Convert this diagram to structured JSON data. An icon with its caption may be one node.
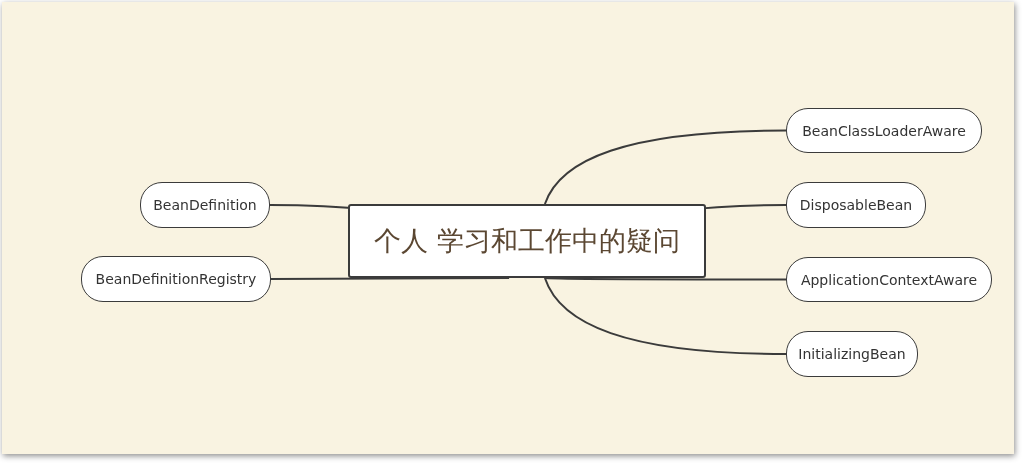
{
  "diagram": {
    "nodes": [
      {
        "text": [
          "个人 学习和工作中的疑问"
        ]
      },
      {
        "text": [
          "BeanDefinition"
        ]
      },
      {
        "text": [
          "BeanDefinitionRegistry"
        ]
      },
      {
        "text": [
          "BeanClassLoaderAware"
        ]
      },
      {
        "text": [
          "DisposableBean"
        ]
      },
      {
        "text": [
          "ApplicationContextAware"
        ]
      },
      {
        "text": [
          "InitializingBean"
        ]
      }
    ],
    "edges": [
      {
        "from": 0,
        "to": 1,
        "arrow": "none"
      },
      {
        "from": 0,
        "to": 2,
        "arrow": "none"
      },
      {
        "from": 0,
        "to": 3,
        "arrow": "none"
      },
      {
        "from": 0,
        "to": 4,
        "arrow": "none"
      },
      {
        "from": 0,
        "to": 5,
        "arrow": "none"
      },
      {
        "from": 0,
        "to": 6,
        "arrow": "none"
      }
    ]
  }
}
